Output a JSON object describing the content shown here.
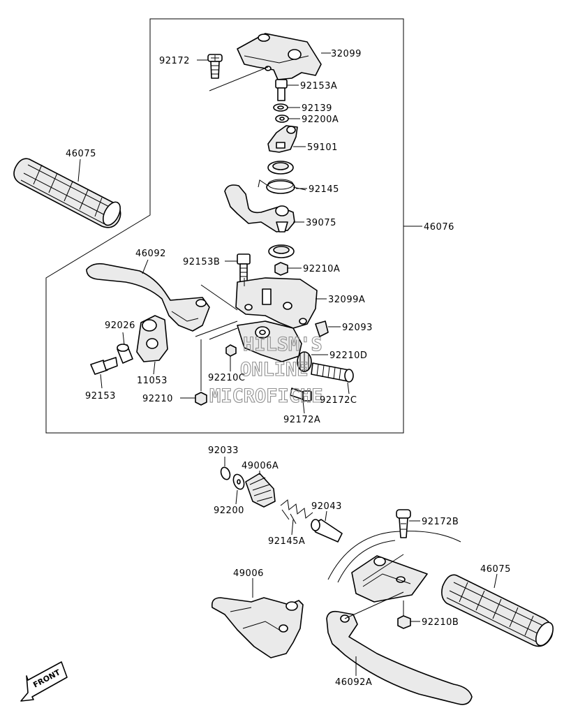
{
  "diagram": {
    "labels": {
      "p92172": "92172",
      "p32099": "32099",
      "p92153A": "92153A",
      "p92139": "92139",
      "p92200A": "92200A",
      "p59101": "59101",
      "p46075_top": "46075",
      "p92145": "92145",
      "p39075": "39075",
      "p46076": "46076",
      "p46092": "46092",
      "p92153B": "92153B",
      "p92210A": "92210A",
      "p32099A": "32099A",
      "p92026": "92026",
      "p92093": "92093",
      "p92210D": "92210D",
      "p11053": "11053",
      "p92210C": "92210C",
      "p92153": "92153",
      "p92210": "92210",
      "p92172C": "92172C",
      "p92172A": "92172A",
      "p92033": "92033",
      "p49006A": "49006A",
      "p92200": "92200",
      "p92043": "92043",
      "p92145A": "92145A",
      "p92172B": "92172B",
      "p49006": "49006",
      "p46075_bottom": "46075",
      "p92210B": "92210B",
      "p46092A": "46092A"
    },
    "watermark": {
      "line1": "HILSM'S",
      "line2": "ONLINE",
      "line3": "MICROFICHE"
    },
    "front_arrow": "FRONT"
  }
}
